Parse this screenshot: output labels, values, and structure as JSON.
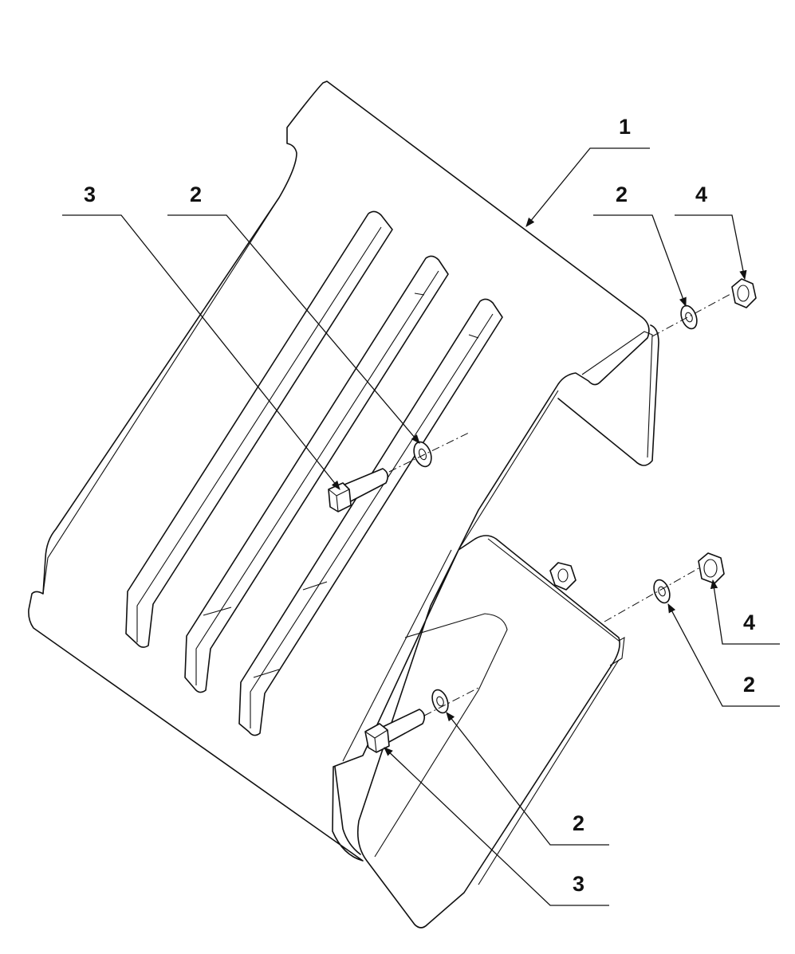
{
  "callouts": [
    {
      "id": "c1",
      "label": "1",
      "part": "guard-plate"
    },
    {
      "id": "c2",
      "label": "3",
      "part": "bolt"
    },
    {
      "id": "c3",
      "label": "2",
      "part": "washer"
    },
    {
      "id": "c4",
      "label": "2",
      "part": "washer"
    },
    {
      "id": "c5",
      "label": "4",
      "part": "nut"
    },
    {
      "id": "c6",
      "label": "4",
      "part": "nut"
    },
    {
      "id": "c7",
      "label": "2",
      "part": "washer"
    },
    {
      "id": "c8",
      "label": "2",
      "part": "washer"
    },
    {
      "id": "c9",
      "label": "3",
      "part": "bolt"
    }
  ]
}
